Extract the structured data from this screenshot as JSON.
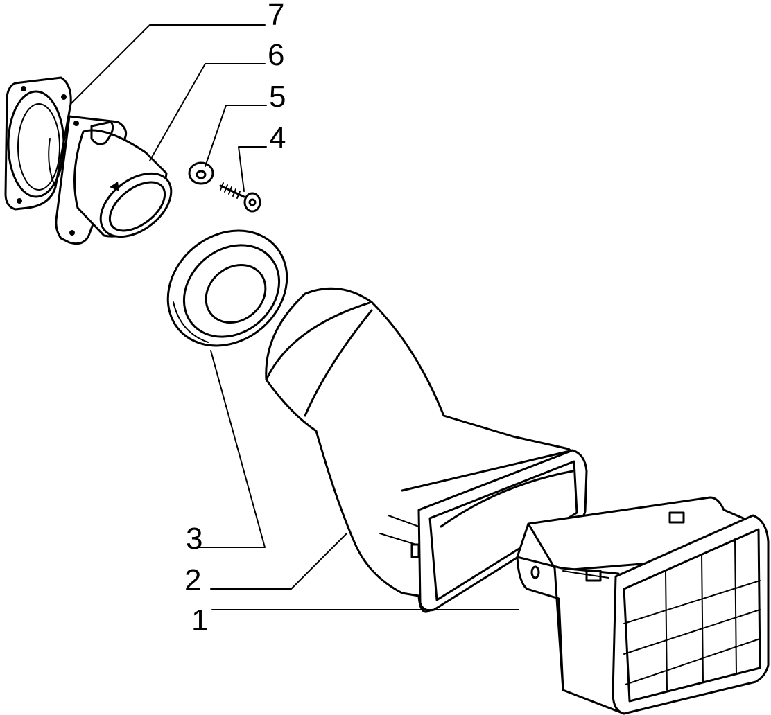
{
  "diagram": {
    "callouts": [
      {
        "id": "7",
        "label": "7"
      },
      {
        "id": "6",
        "label": "6"
      },
      {
        "id": "5",
        "label": "5"
      },
      {
        "id": "4",
        "label": "4"
      },
      {
        "id": "3",
        "label": "3"
      },
      {
        "id": "2",
        "label": "2"
      },
      {
        "id": "1",
        "label": "1"
      }
    ]
  }
}
